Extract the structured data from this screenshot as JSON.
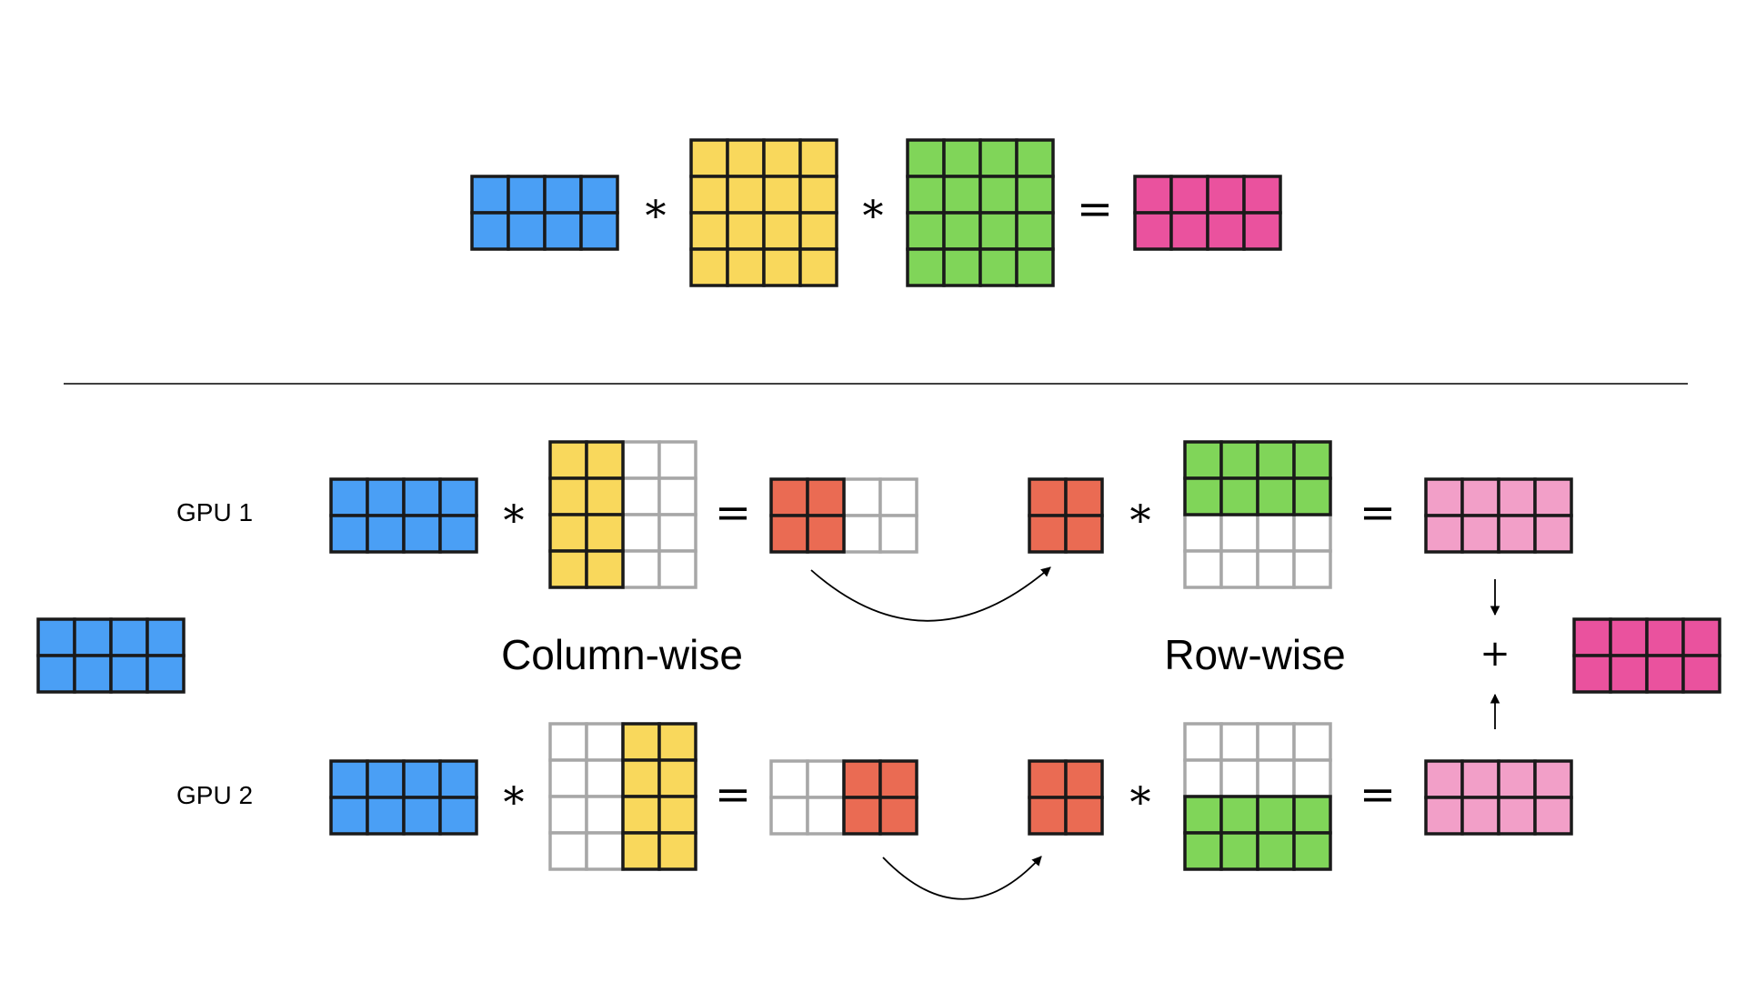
{
  "colors": {
    "blue": "#4a9ff5",
    "yellow": "#f9d85c",
    "green": "#80d559",
    "pink": "#ea529e",
    "orange": "#ea6b53",
    "light_pink": "#f29fc8",
    "empty_border": "#a7a7a7",
    "dark_border": "#1a1a1a"
  },
  "operators": {
    "multiply": "*",
    "equals": "=",
    "plus": "+"
  },
  "labels": {
    "gpu1": "GPU 1",
    "gpu2": "GPU 2",
    "column_wise": "Column-wise",
    "row_wise": "Row-wise"
  }
}
